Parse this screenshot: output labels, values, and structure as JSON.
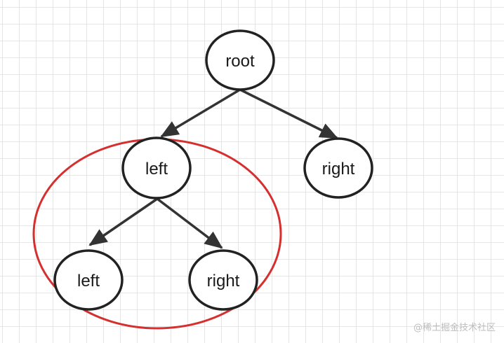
{
  "diagram": {
    "nodes": [
      {
        "id": "root",
        "label": "root"
      },
      {
        "id": "left",
        "label": "left"
      },
      {
        "id": "right",
        "label": "right"
      },
      {
        "id": "left-left",
        "label": "left"
      },
      {
        "id": "left-right",
        "label": "right"
      }
    ],
    "edges": [
      {
        "from": "root",
        "to": "left"
      },
      {
        "from": "root",
        "to": "right"
      },
      {
        "from": "left",
        "to": "left-left"
      },
      {
        "from": "left",
        "to": "left-right"
      }
    ],
    "highlight": {
      "color": "#d62f2f",
      "encloses": [
        "left",
        "left-left",
        "left-right"
      ]
    },
    "node_stroke_color": "#222222",
    "edge_color": "#333333"
  },
  "watermark": "@稀土掘金技术社区"
}
